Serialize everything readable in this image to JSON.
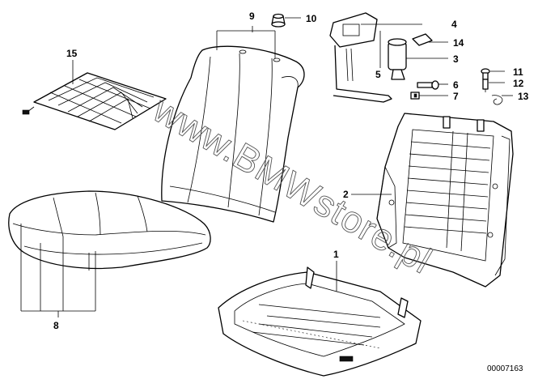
{
  "diagram": {
    "callouts": [
      {
        "id": "c9",
        "label": "9"
      },
      {
        "id": "c10",
        "label": "10"
      },
      {
        "id": "c4",
        "label": "4"
      },
      {
        "id": "c14",
        "label": "14"
      },
      {
        "id": "c3",
        "label": "3"
      },
      {
        "id": "c5",
        "label": "5"
      },
      {
        "id": "c6",
        "label": "6"
      },
      {
        "id": "c7",
        "label": "7"
      },
      {
        "id": "c11",
        "label": "11"
      },
      {
        "id": "c12",
        "label": "12"
      },
      {
        "id": "c13",
        "label": "13"
      },
      {
        "id": "c15",
        "label": "15"
      },
      {
        "id": "c2",
        "label": "2"
      },
      {
        "id": "c1",
        "label": "1"
      },
      {
        "id": "c8",
        "label": "8"
      }
    ],
    "drawing_number": "00007163",
    "watermark": "www.BMWstore.pl"
  }
}
